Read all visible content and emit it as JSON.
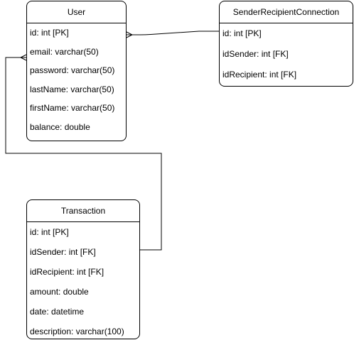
{
  "diagram": {
    "tables": [
      {
        "id": "user",
        "title": "User",
        "fields": [
          "id: int [PK]",
          "email: varchar(50)",
          "password: varchar(50)",
          "lastName: varchar(50)",
          "firstName: varchar(50)",
          "balance: double"
        ]
      },
      {
        "id": "sender_recipient_connection",
        "title": "SenderRecipientConnection",
        "fields": [
          "id: int [PK]",
          "idSender: int [FK]",
          "idRecipient: int [FK]"
        ]
      },
      {
        "id": "transaction",
        "title": "Transaction",
        "fields": [
          "id: int [PK]",
          "idSender: int [FK]",
          "idRecipient: int [FK]",
          "amount: double",
          "date: datetime",
          "description: varchar(100)"
        ]
      }
    ],
    "relations": [
      {
        "from": "user",
        "to": "sender_recipient_connection",
        "from_end": "many",
        "to_end": "one"
      },
      {
        "from": "transaction",
        "to": "user",
        "from_end": "one",
        "to_end": "many"
      }
    ],
    "colors": {
      "stroke": "#000000",
      "background": "#ffffff"
    }
  }
}
